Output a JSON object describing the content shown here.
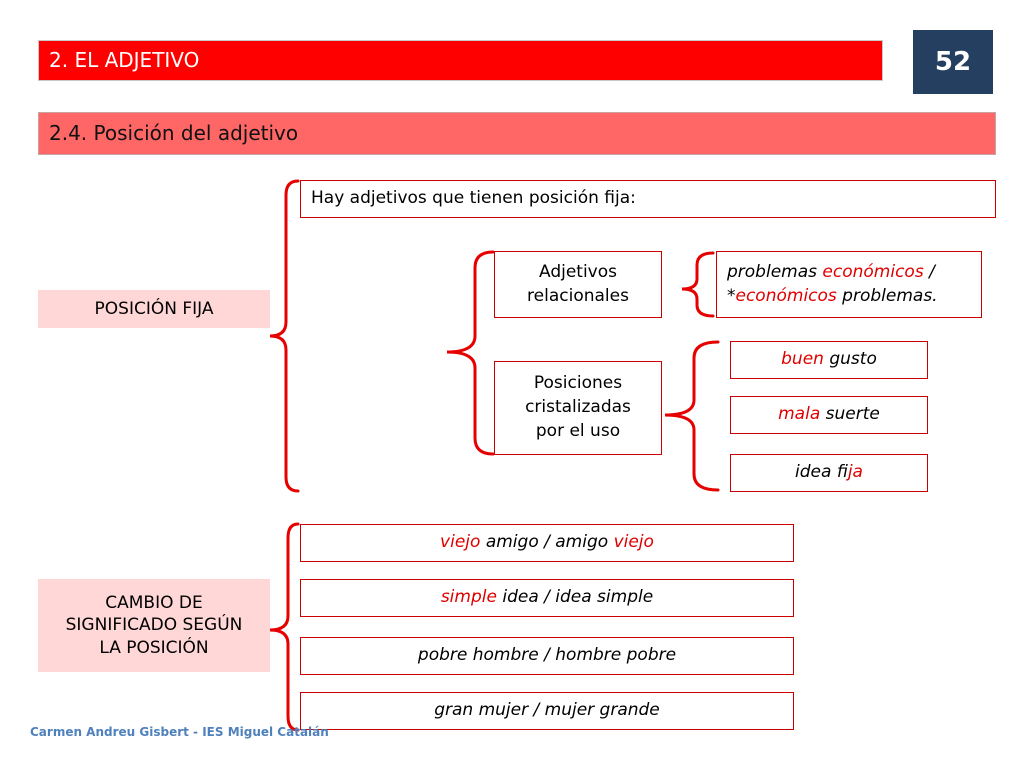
{
  "header": {
    "title": "2. EL ADJETIVO",
    "page_number": "52"
  },
  "section": {
    "title": "2.4. Posición del adjetivo"
  },
  "posicion_fija": {
    "label": "POSICIÓN FIJA",
    "intro": "Hay adjetivos que tienen posición fija:",
    "relacionales": {
      "label_line1": "Adjetivos",
      "label_line2": "relacionales",
      "example_line1": {
        "a": "problemas ",
        "b": "económicos",
        "c": " /"
      },
      "example_line2": {
        "a": "*",
        "b": "económicos",
        "c": " problemas."
      }
    },
    "cristalizadas": {
      "label_line1": "Posiciones",
      "label_line2": "cristalizadas",
      "label_line3": "por el uso",
      "examples": [
        {
          "red": "buen",
          "rest": " gusto"
        },
        {
          "red": "mala",
          "rest": " suerte"
        },
        {
          "pre": "idea f",
          "red": "ija"
        }
      ]
    }
  },
  "cambio": {
    "label_line1": "CAMBIO DE",
    "label_line2": "SIGNIFICADO SEGÚN",
    "label_line3": "LA POSICIÓN",
    "examples": [
      {
        "a_red": "viejo",
        "b": " amigo / amigo ",
        "c_red": "viejo"
      },
      {
        "a_red": "simple",
        "b": " idea / idea simple"
      },
      {
        "text": "pobre hombre / hombre pobre"
      },
      {
        "text": "gran mujer / mujer grande"
      }
    ]
  },
  "footer": {
    "text": "Carmen Andreu Gisbert - IES Miguel Catalán"
  },
  "colors": {
    "title_bg": "#ff0000",
    "subtitle_bg": "#ff6666",
    "page_num_bg": "#243f60",
    "label_bg": "#ffd7d7",
    "accent": "#e00000",
    "footer": "#4f81bd"
  }
}
